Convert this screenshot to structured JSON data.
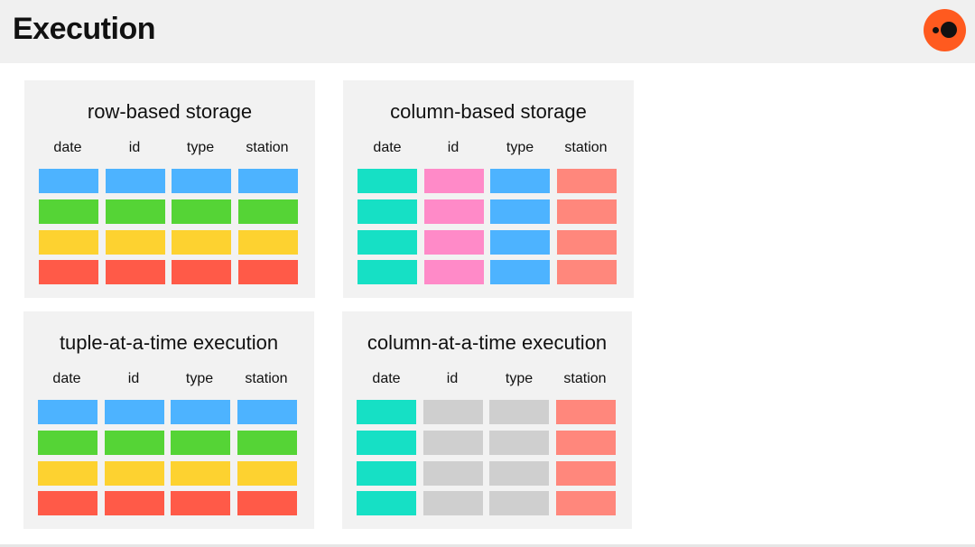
{
  "header": {
    "title": "Execution"
  },
  "panels": {
    "row_storage": {
      "title": "row-based storage",
      "columns": [
        "date",
        "id",
        "type",
        "station"
      ]
    },
    "column_storage": {
      "title": "column-based storage",
      "columns": [
        "date",
        "id",
        "type",
        "station"
      ]
    },
    "tuple_exec": {
      "title": "tuple-at-a-time execution",
      "columns": [
        "date",
        "id",
        "type",
        "station"
      ]
    },
    "column_exec": {
      "title": "column-at-a-time execution",
      "columns": [
        "date",
        "id",
        "type",
        "station"
      ]
    }
  },
  "colors": {
    "blue": "#4db3ff",
    "green": "#55d436",
    "yellow": "#fdd230",
    "red": "#ff5a48",
    "teal": "#16e0c5",
    "pink": "#ff8ac8",
    "salmon": "#ff877c",
    "gray": "#cfcfcf",
    "logo": "#ff5a1f"
  },
  "grids": {
    "row_storage": [
      [
        "blue",
        "blue",
        "blue",
        "blue"
      ],
      [
        "green",
        "green",
        "green",
        "green"
      ],
      [
        "yellow",
        "yellow",
        "yellow",
        "yellow"
      ],
      [
        "red",
        "red",
        "red",
        "red"
      ]
    ],
    "column_storage": [
      [
        "teal",
        "pink",
        "blue",
        "salmon"
      ],
      [
        "teal",
        "pink",
        "blue",
        "salmon"
      ],
      [
        "teal",
        "pink",
        "blue",
        "salmon"
      ],
      [
        "teal",
        "pink",
        "blue",
        "salmon"
      ]
    ],
    "tuple_exec": [
      [
        "blue",
        "blue",
        "blue",
        "blue"
      ],
      [
        "green",
        "green",
        "green",
        "green"
      ],
      [
        "yellow",
        "yellow",
        "yellow",
        "yellow"
      ],
      [
        "red",
        "red",
        "red",
        "red"
      ]
    ],
    "column_exec": [
      [
        "teal",
        "gray",
        "gray",
        "salmon"
      ],
      [
        "teal",
        "gray",
        "gray",
        "salmon"
      ],
      [
        "teal",
        "gray",
        "gray",
        "salmon"
      ],
      [
        "teal",
        "gray",
        "gray",
        "salmon"
      ]
    ]
  }
}
